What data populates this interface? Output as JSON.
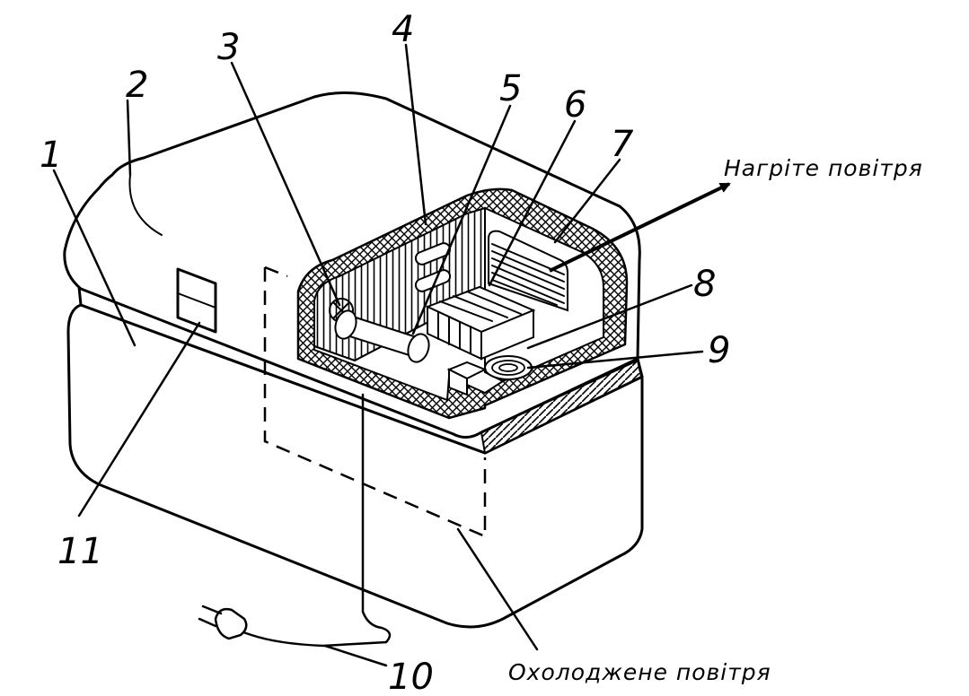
{
  "labels": {
    "n1": "1",
    "n2": "2",
    "n3": "3",
    "n4": "4",
    "n5": "5",
    "n6": "6",
    "n7": "7",
    "n8": "8",
    "n9": "9",
    "n10": "10",
    "n11": "11"
  },
  "captions": {
    "hot_air": "Нагріте повітря",
    "cool_air": "Охолоджене повітря"
  }
}
